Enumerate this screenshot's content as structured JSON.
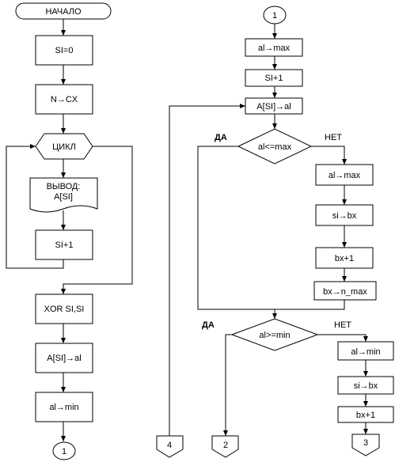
{
  "left": {
    "start": "НАЧАЛО",
    "si_zero": "SI=0",
    "n_cx": "N→CX",
    "loop": "ЦИКЛ",
    "output_line1": "ВЫВОД:",
    "output_line2": "A[SI]",
    "si_inc": "SI+1",
    "xor": "XOR SI,SI",
    "asi_al": "A[SI]→al",
    "al_min": "al→min",
    "connector_1": "1"
  },
  "right": {
    "connector_1": "1",
    "al_max": "al→max",
    "si_inc": "SI+1",
    "asi_al": "A[SI]→al",
    "cond_max": "al<=max",
    "yes_1": "ДА",
    "no_1": "НЕТ",
    "al_max_2": "al→max",
    "si_bx": "si→bx",
    "bx_inc": "bx+1",
    "bx_nmax": "bx→n_max",
    "cond_min": "al>=min",
    "yes_2": "ДА",
    "no_2": "НЕТ",
    "al_min": "al→min",
    "si_bx_2": "si→bx",
    "bx_inc_2": "bx+1",
    "offpage_4": "4",
    "offpage_2": "2",
    "offpage_3": "3"
  }
}
